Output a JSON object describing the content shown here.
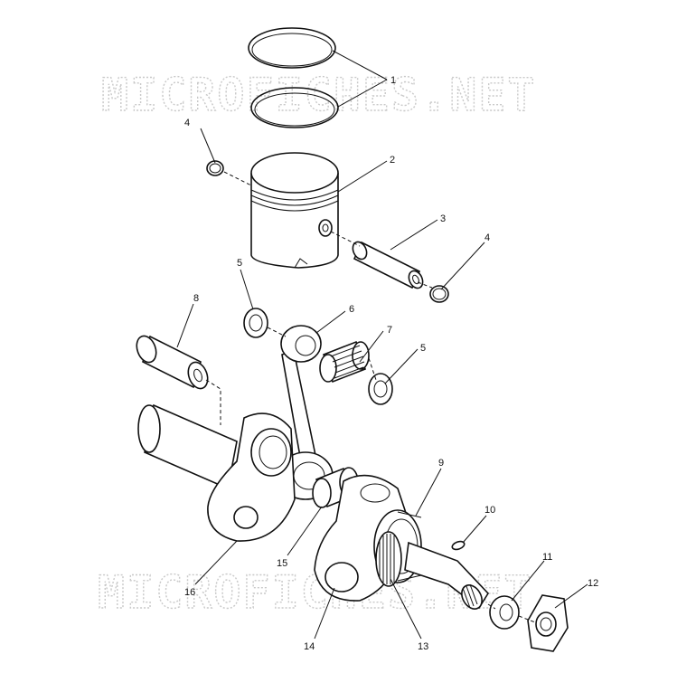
{
  "watermark": {
    "text": "MICROFICHES.NET"
  },
  "callouts": [
    "1",
    "2",
    "3",
    "4",
    "4",
    "5",
    "5",
    "6",
    "7",
    "8",
    "9",
    "10",
    "11",
    "12",
    "13",
    "14",
    "15",
    "16"
  ]
}
